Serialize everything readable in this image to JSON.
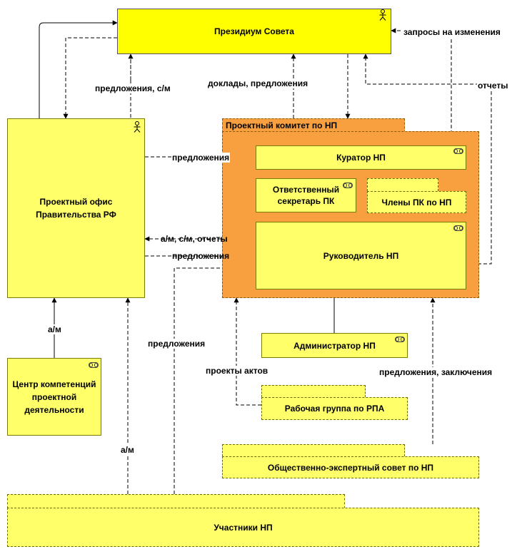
{
  "nodes": {
    "presidium": "Президиум Совета",
    "project_office": "Проектный офис Правительства РФ",
    "project_committee": "Проектный комитет по НП",
    "curator": "Куратор НП",
    "secretary": "Ответственный секретарь ПК",
    "members": "Члены ПК по НП",
    "leader": "Руководитель НП",
    "administrator": "Администратор НП",
    "competence_center": "Центр компетенций проектной деятельности",
    "working_group": "Рабочая группа по РПА",
    "expert_council": "Общественно-экспертный совет по НП",
    "participants": "Участники НП"
  },
  "labels": {
    "change_requests": "запросы на изменения",
    "reports": "отчеты",
    "proposals_sm": "предложения, с/м",
    "reports_proposals": "доклады, предложения",
    "proposals_1": "предложения",
    "am_sm_reports": "а/м, с/м, отчеты",
    "proposals_2": "предложения",
    "proposals_3": "предложения",
    "am_1": "а/м",
    "am_2": "а/м",
    "act_projects": "проекты актов",
    "proposals_conclusions": "предложения, заключения"
  },
  "colors": {
    "yellow": "#ffff00",
    "light_yellow": "#ffff6a",
    "orange": "#f8a040",
    "line": "#000000"
  }
}
